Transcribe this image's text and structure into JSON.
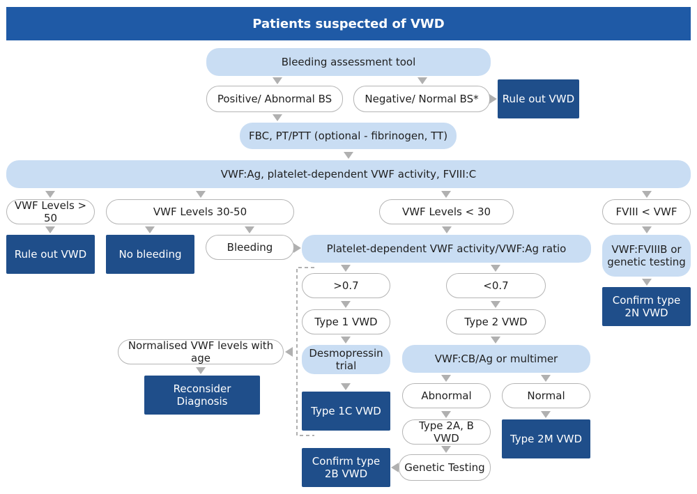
{
  "title": "Patients suspected of VWD",
  "nodes": {
    "bleeding_assessment": "Bleeding assessment tool",
    "positive_bs": "Positive/ Abnormal BS",
    "negative_bs": "Negative/ Normal BS*",
    "rule_out_top": "Rule out VWD",
    "fbc": "FBC, PT/PTT (optional - fibrinogen, TT)",
    "vwf_panel": "VWF:Ag, platelet-dependent VWF activity, FVIII:C",
    "levels_gt50": "VWF Levels > 50",
    "levels_30_50": "VWF Levels 30-50",
    "levels_lt30": "VWF Levels < 30",
    "fviii_lt_vwf": "FVIII < VWF",
    "rule_out_left": "Rule out VWD",
    "no_bleeding": "No bleeding",
    "bleeding": "Bleeding",
    "ratio": "Platelet-dependent VWF activity/VWF:Ag ratio",
    "vwf_fviiib": "VWF:FVIIIB or genetic testing",
    "confirm_2n": "Confirm type 2N VWD",
    "gt07": ">0.7",
    "lt07": "<0.7",
    "type1": "Type 1 VWD",
    "type2": "Type 2 VWD",
    "desmopressin": "Desmopressin trial",
    "normalised": "Normalised VWF levels with age",
    "reconsider": "Reconsider Diagnosis",
    "cb_ag": "VWF:CB/Ag or multimer",
    "type1c": "Type 1C VWD",
    "abnormal": "Abnormal",
    "normal": "Normal",
    "type2ab": "Type 2A, B VWD",
    "type2m": "Type 2M VWD",
    "genetic_testing": "Genetic Testing",
    "confirm_2b": "Confirm type 2B VWD"
  },
  "plus_label": "+",
  "colors": {
    "header": "#1f5aa6",
    "light_box": "#c9ddf3",
    "dark_box": "#1f4e8a",
    "white_box_border": "#b4b4b4",
    "arrow": "#b0b0b0"
  }
}
